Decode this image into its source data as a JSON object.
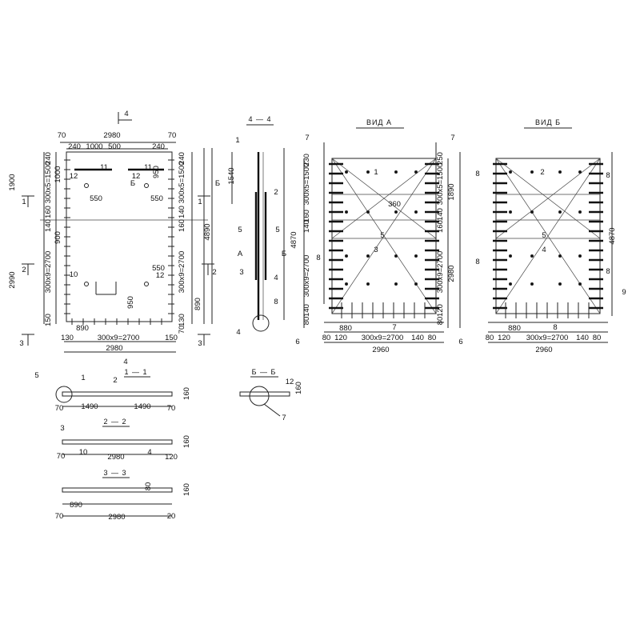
{
  "titles": {
    "sec44": "4 — 4",
    "view_a": "ВИД А",
    "view_b": "ВИД Б",
    "sec11": "1 — 1",
    "sec22": "2 — 2",
    "sec33": "3 — 3",
    "secbb": "Б — Б"
  },
  "plan": {
    "top": [
      "70",
      "2980",
      "70",
      "240",
      "1000",
      "500",
      "240"
    ],
    "left": [
      "1900",
      "2990",
      "240",
      "300x5=1500",
      "160",
      "140",
      "300x9=2700",
      "150",
      "1000",
      "900"
    ],
    "right": [
      "240",
      "300x5=1500",
      "140",
      "160",
      "300x9=2700",
      "890",
      "130",
      "70",
      "4890"
    ],
    "inner": [
      "950",
      "550",
      "550",
      "550",
      "950",
      "12",
      "12",
      "11",
      "11",
      "10",
      "12",
      "Б"
    ],
    "bottom": [
      "890",
      "130",
      "300x9=2700",
      "150",
      "2980"
    ],
    "marks": [
      "4",
      "1",
      "1",
      "2",
      "2",
      "3",
      "3",
      "4",
      "Б"
    ]
  },
  "sec44": {
    "labels": [
      "1",
      "2",
      "5",
      "5",
      "3",
      "4",
      "8",
      "4",
      "1540",
      "4870",
      "А",
      "Б"
    ]
  },
  "view_a": {
    "labels": [
      "7",
      "7",
      "1",
      "5",
      "3",
      "8",
      "6",
      "6",
      "7",
      "360"
    ],
    "dims": [
      "230",
      "300x5=1500",
      "160",
      "140",
      "300x9=2700",
      "140",
      "80",
      "250",
      "300x5=1500",
      "140",
      "160",
      "300x9=2700",
      "120",
      "80",
      "1890",
      "2980",
      "880",
      "80",
      "120",
      "300x9=2700",
      "140",
      "80",
      "2960"
    ]
  },
  "view_b": {
    "labels": [
      "8",
      "8",
      "2",
      "5",
      "4",
      "8",
      "8",
      "8",
      "9"
    ],
    "dims": [
      "4870",
      "880",
      "80",
      "120",
      "300x9=2700",
      "140",
      "80",
      "2960"
    ]
  },
  "sections": {
    "s11": [
      "5",
      "1",
      "2",
      "70",
      "1490",
      "1490",
      "70",
      "160"
    ],
    "s22": [
      "3",
      "10",
      "4",
      "70",
      "2980",
      "120",
      "160"
    ],
    "s33": [
      "890",
      "70",
      "2980",
      "20",
      "80",
      "160"
    ],
    "sbb": [
      "12",
      "160",
      "7"
    ]
  }
}
